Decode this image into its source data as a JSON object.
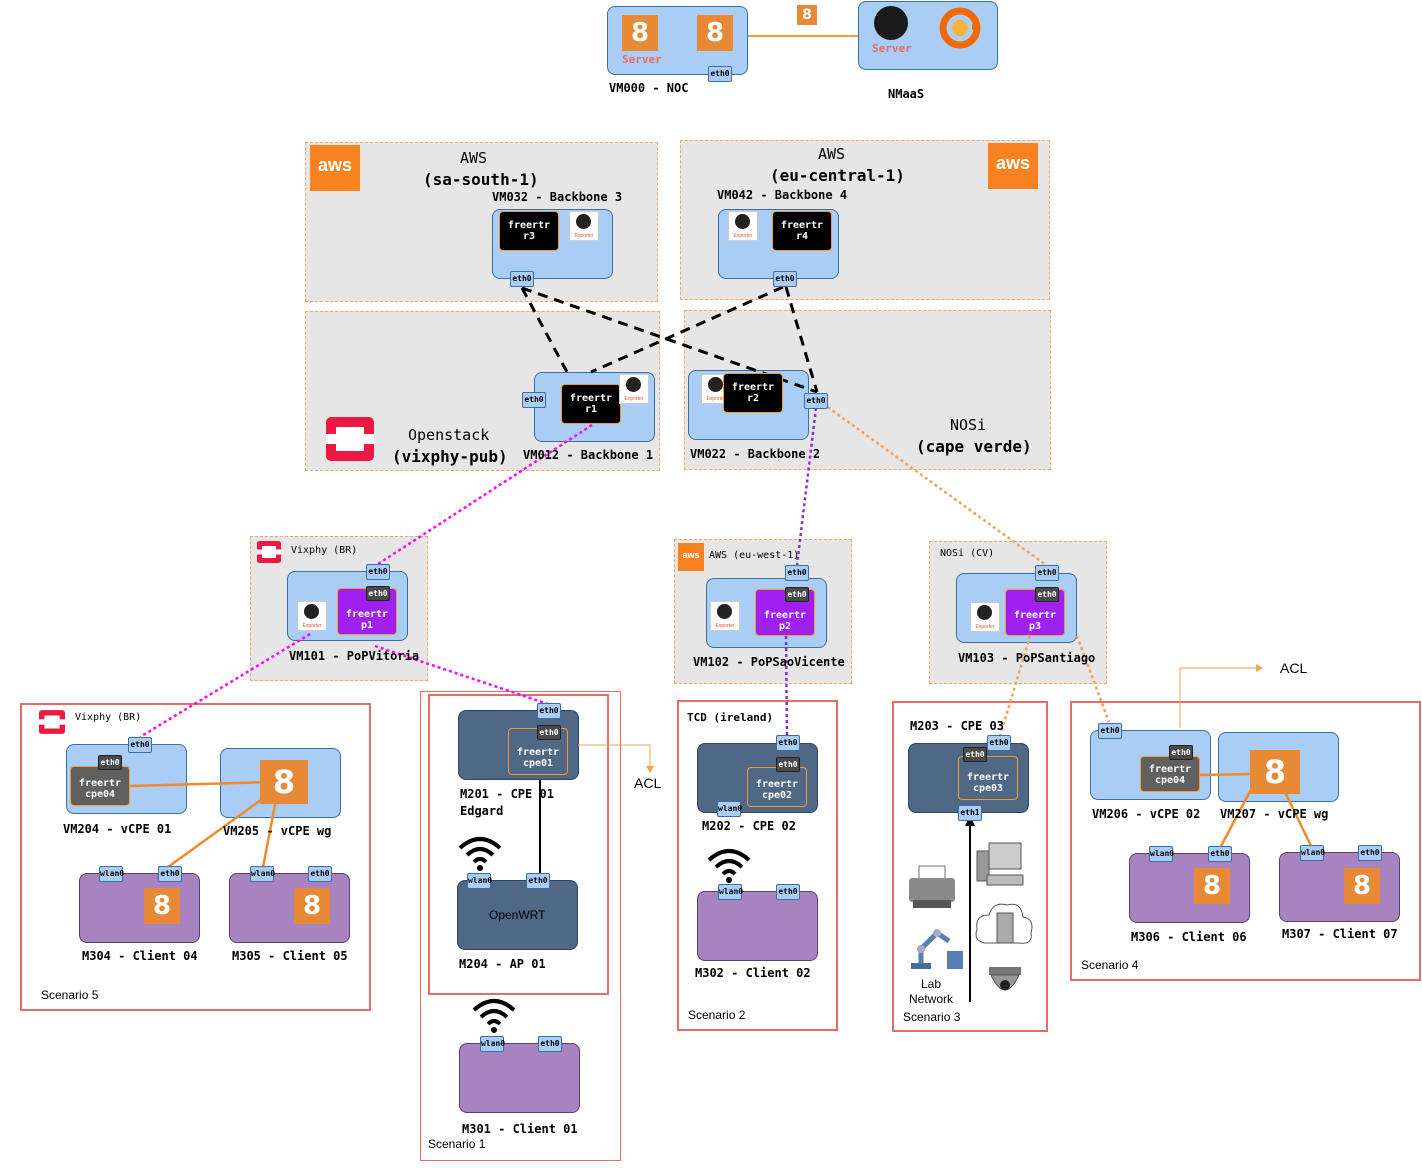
{
  "colors": {
    "vm": "#a9cdf5",
    "cpe": "#4f6885",
    "client": "#a783c0",
    "router": "#000000",
    "pop": "#a020f0",
    "wireguard": "#e88a35",
    "aws": "#f7821f",
    "scenario_border": "#ea6b66",
    "link_magenta": "#ff00ff",
    "link_purple": "#8a2be2",
    "link_orange": "#f5a05a"
  },
  "noc": {
    "label": "VM000 - NOC",
    "server_tag": "Server",
    "eth": "eth0"
  },
  "nmaas": {
    "label": "NMaaS",
    "server_tag": "Server"
  },
  "aws_sa": {
    "provider": "AWS",
    "region": "(sa-south-1)",
    "vm_label": "VM032 - Backbone 3",
    "router": "freertr\nr3",
    "router_l1": "freertr",
    "router_l2": "r3",
    "exporter": "Exporter",
    "eth": "eth0"
  },
  "aws_eu": {
    "provider": "AWS",
    "region": "(eu-central-1)",
    "vm_label": "VM042 - Backbone 4",
    "router_l1": "freertr",
    "router_l2": "r4",
    "exporter": "Exporter",
    "eth": "eth0"
  },
  "openstack": {
    "provider": "Openstack",
    "region": "(vixphy-pub)",
    "vm_label": "VM012 - Backbone 1",
    "router_l1": "freertr",
    "router_l2": "r1",
    "exporter": "Exporter",
    "eth": "eth0"
  },
  "nosi": {
    "provider": "NOSi",
    "region": "(cape verde)",
    "vm_label": "VM022 - Backbone 2",
    "router_l1": "freertr",
    "router_l2": "r2",
    "exporter": "Exporter",
    "eth": "eth0"
  },
  "pop_br": {
    "region": "Vixphy (BR)",
    "vm_label": "VM101 - PoPVitoria",
    "router_l1": "freertr",
    "router_l2": "p1",
    "exporter": "Exporter",
    "eth_outer": "eth0",
    "eth_inner": "eth0"
  },
  "pop_ie": {
    "region": "AWS (eu-west-1)",
    "vm_label": "VM102 - PoPSaoVicente",
    "router_l1": "freertr",
    "router_l2": "p2",
    "exporter": "Exporter",
    "eth_outer": "eth0",
    "eth_inner": "eth0"
  },
  "pop_cv": {
    "region": "NOSi (CV)",
    "vm_label": "VM103 - PoPSantiago",
    "router_l1": "freertr",
    "router_l2": "p3",
    "exporter": "Exporter",
    "eth_outer": "eth0",
    "eth_inner": "eth0"
  },
  "scenario5": {
    "label": "Scenario 5",
    "region": "Vixphy (BR)",
    "vm204": "VM204 - vCPE 01",
    "vm205": "VM205 - vCPE wg",
    "cpe_l1": "freertr",
    "cpe_l2": "cpe04",
    "eth": "eth0",
    "wlan": "wlan0",
    "m304": "M304 - Client 04",
    "m305": "M305 - Client 05"
  },
  "scenario1": {
    "label": "Scenario 1",
    "m201_l1": "M201 - CPE 01",
    "m201_l2": "Edgard",
    "cpe_l1": "freertr",
    "cpe_l2": "cpe01",
    "eth": "eth0",
    "wlan": "wlan0",
    "ap_text": "OpenWRT",
    "m204": "M204 - AP 01",
    "m301": "M301 - Client 01",
    "acl": "ACL"
  },
  "scenario2": {
    "label": "Scenario 2",
    "region": "TCD (ireland)",
    "m202": "M202 - CPE 02",
    "cpe_l1": "freertr",
    "cpe_l2": "cpe02",
    "eth": "eth0",
    "wlan": "wlan0",
    "m302": "M302 - Client 02"
  },
  "scenario3": {
    "label": "Scenario 3",
    "m203": "M203 - CPE 03",
    "cpe_l1": "freertr",
    "cpe_l2": "cpe03",
    "eth": "eth0",
    "eth1": "eth1",
    "lab_l1": "Lab",
    "lab_l2": "Network"
  },
  "scenario4": {
    "label": "Scenario 4",
    "vm206": "VM206 - vCPE 02",
    "vm207": "VM207 - vCPE wg",
    "cpe_l1": "freertr",
    "cpe_l2": "cpe04",
    "eth": "eth0",
    "wlan": "wlan0",
    "m306": "M306 - Client 06",
    "m307": "M307 - Client 07",
    "acl": "ACL"
  }
}
